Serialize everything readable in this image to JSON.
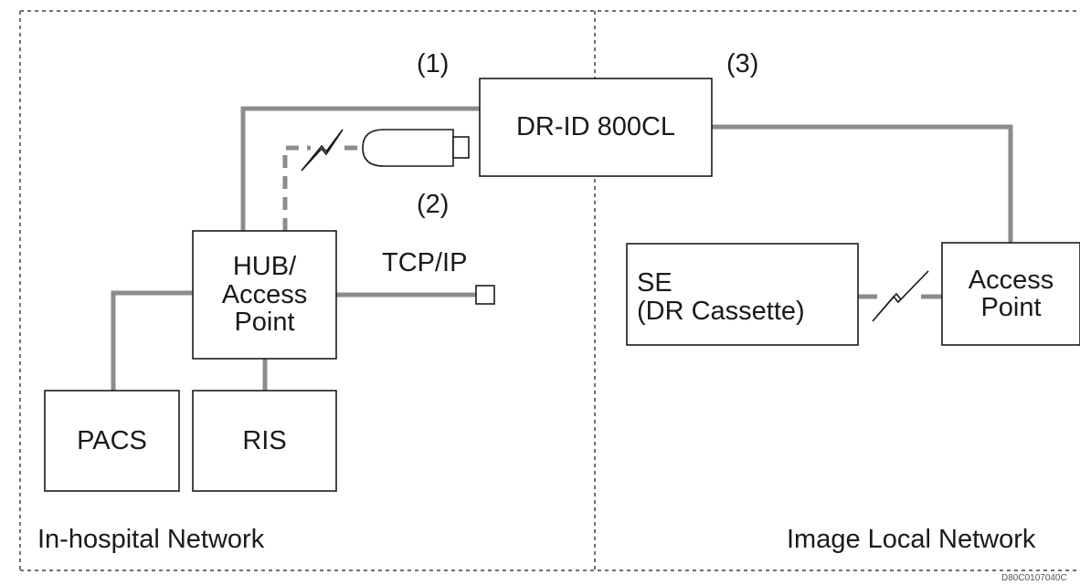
{
  "zones": {
    "in_hospital": "In-hospital Network",
    "image_local": "Image Local Network"
  },
  "devices": {
    "dr_id": "DR-ID 800CL",
    "hub_line1": "HUB/",
    "hub_line2": "Access",
    "hub_line3": "Point",
    "pacs": "PACS",
    "ris": "RIS",
    "se_line1": "SE",
    "se_line2": "(DR Cassette)",
    "ap_line1": "Access",
    "ap_line2": "Point"
  },
  "connections": {
    "label_1": "(1)",
    "label_2": "(2)",
    "label_3": "(3)",
    "tcp_ip": "TCP/IP"
  },
  "figure_code": "D80C0107040C",
  "colors": {
    "line": "#8c8c8c",
    "box_stroke": "#1a1a1a",
    "border": "#707070"
  },
  "icons": {
    "wireless": "lightning-wireless-icon",
    "usb_adapter": "usb-wireless-adapter-icon",
    "port": "network-port-icon"
  }
}
